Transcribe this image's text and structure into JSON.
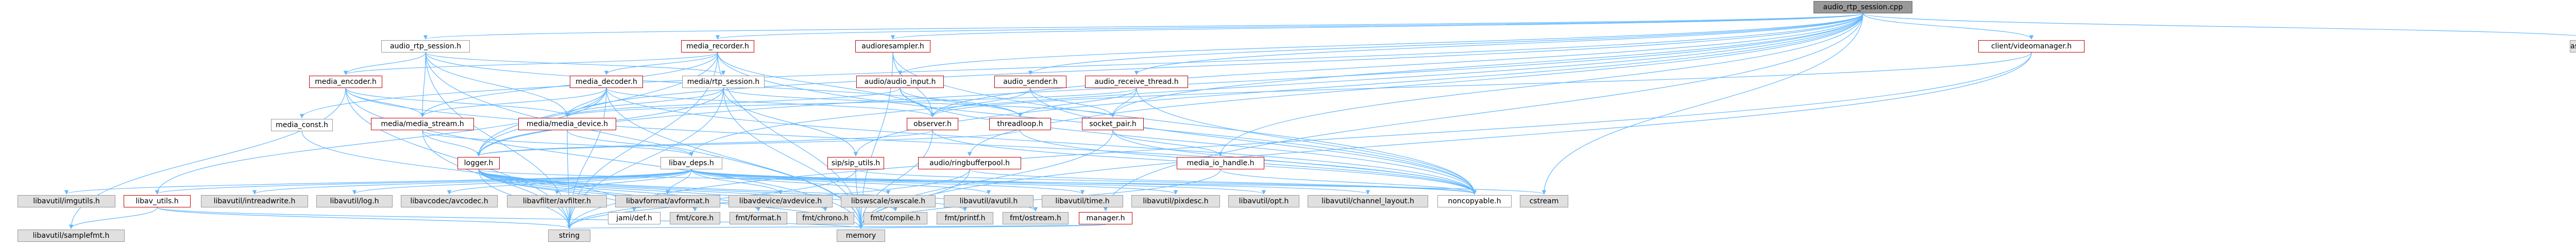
{
  "graph": {
    "kind": "include-dependency",
    "colors": {
      "edge": "#63b8ff",
      "edge_dark": "#404040",
      "border_gray": "#999999",
      "border_red": "#bf0000",
      "root_fill": "#999999",
      "external_fill": "#e0e0e0"
    },
    "nodes": [
      {
        "id": "root",
        "label": "audio_rtp_session.cpp",
        "style": "root"
      },
      {
        "id": "ars_h",
        "label": "audio_rtp_session.h",
        "style": "normal"
      },
      {
        "id": "media_recorder",
        "label": "media_recorder.h",
        "style": "red"
      },
      {
        "id": "audioresampler",
        "label": "audioresampler.h",
        "style": "red"
      },
      {
        "id": "client_vm",
        "label": "client/videomanager.h",
        "style": "red"
      },
      {
        "id": "asio_ctx",
        "label": "asio/io_context.hpp",
        "style": "external"
      },
      {
        "id": "media_encoder",
        "label": "media_encoder.h",
        "style": "red"
      },
      {
        "id": "media_decoder",
        "label": "media_decoder.h",
        "style": "red"
      },
      {
        "id": "mediartp",
        "label": "media/rtp_session.h",
        "style": "normal"
      },
      {
        "id": "audio_input",
        "label": "audio/audio_input.h",
        "style": "red"
      },
      {
        "id": "audio_sender",
        "label": "audio_sender.h",
        "style": "red"
      },
      {
        "id": "audio_rt",
        "label": "audio_receive_thread.h",
        "style": "red"
      },
      {
        "id": "media_const",
        "label": "media_const.h",
        "style": "normal"
      },
      {
        "id": "media_stream",
        "label": "media/media_stream.h",
        "style": "red"
      },
      {
        "id": "media_device",
        "label": "media/media_device.h",
        "style": "red"
      },
      {
        "id": "observer",
        "label": "observer.h",
        "style": "red"
      },
      {
        "id": "threadloop",
        "label": "threadloop.h",
        "style": "red"
      },
      {
        "id": "socket_pair",
        "label": "socket_pair.h",
        "style": "red"
      },
      {
        "id": "libav_deps",
        "label": "libav_deps.h",
        "style": "normal"
      },
      {
        "id": "logger",
        "label": "logger.h",
        "style": "red"
      },
      {
        "id": "sip_utils",
        "label": "sip/sip_utils.h",
        "style": "red"
      },
      {
        "id": "audioringbufferpool",
        "label": "audio/ringbufferpool.h",
        "style": "red"
      },
      {
        "id": "media_io",
        "label": "media_io_handle.h",
        "style": "red"
      },
      {
        "id": "imgutils",
        "label": "libavutil/imgutils.h",
        "style": "external"
      },
      {
        "id": "libav_utils",
        "label": "libav_utils.h",
        "style": "red"
      },
      {
        "id": "intreadwrite",
        "label": "libavutil/intreadwrite.h",
        "style": "external"
      },
      {
        "id": "log_h",
        "label": "libavutil/log.h",
        "style": "external"
      },
      {
        "id": "avcodec",
        "label": "libavcodec/avcodec.h",
        "style": "external"
      },
      {
        "id": "avfilter",
        "label": "libavfilter/avfilter.h",
        "style": "external"
      },
      {
        "id": "avformat",
        "label": "libavformat/avformat.h",
        "style": "external"
      },
      {
        "id": "avdevice",
        "label": "libavdevice/avdevice.h",
        "style": "external"
      },
      {
        "id": "swscale",
        "label": "libswscale/swscale.h",
        "style": "external"
      },
      {
        "id": "avutil",
        "label": "libavutil/avutil.h",
        "style": "external"
      },
      {
        "id": "time_h",
        "label": "libavutil/time.h",
        "style": "external"
      },
      {
        "id": "pixdesc",
        "label": "libavutil/pixdesc.h",
        "style": "external"
      },
      {
        "id": "opt_h",
        "label": "libavutil/opt.h",
        "style": "external"
      },
      {
        "id": "chlayout",
        "label": "libavutil/channel_layout.h",
        "style": "external"
      },
      {
        "id": "jami_def",
        "label": "jami/def.h",
        "style": "normal"
      },
      {
        "id": "fmt_core",
        "label": "fmt/core.h",
        "style": "external"
      },
      {
        "id": "fmt_format",
        "label": "fmt/format.h",
        "style": "external"
      },
      {
        "id": "fmt_chrono",
        "label": "fmt/chrono.h",
        "style": "external"
      },
      {
        "id": "fmt_compile",
        "label": "fmt/compile.h",
        "style": "external"
      },
      {
        "id": "fmt_printf",
        "label": "fmt/printf.h",
        "style": "external"
      },
      {
        "id": "fmt_ostream",
        "label": "fmt/ostream.h",
        "style": "external"
      },
      {
        "id": "noncopyable",
        "label": "noncopyable.h",
        "style": "normal"
      },
      {
        "id": "cstream",
        "label": "cstream",
        "style": "external"
      },
      {
        "id": "manager",
        "label": "manager.h",
        "style": "red"
      },
      {
        "id": "samplefmt",
        "label": "libavutil/samplefmt.h",
        "style": "external"
      },
      {
        "id": "string",
        "label": "string",
        "style": "external"
      },
      {
        "id": "memory",
        "label": "memory",
        "style": "external"
      }
    ],
    "edges": [
      [
        "root",
        "ars_h"
      ],
      [
        "root",
        "media_recorder"
      ],
      [
        "root",
        "audioresampler"
      ],
      [
        "root",
        "client_vm"
      ],
      [
        "root",
        "asio_ctx"
      ],
      [
        "root",
        "libav_deps"
      ],
      [
        "root",
        "media_const"
      ],
      [
        "root",
        "logger"
      ],
      [
        "root",
        "sip_utils"
      ],
      [
        "root",
        "audioringbufferpool"
      ],
      [
        "root",
        "audio_input"
      ],
      [
        "root",
        "audio_sender"
      ],
      [
        "root",
        "audio_rt"
      ],
      [
        "root",
        "media_io"
      ],
      [
        "root",
        "socket_pair"
      ],
      [
        "root",
        "manager"
      ],
      [
        "root",
        "cstream"
      ],
      [
        "root",
        "media_device"
      ],
      [
        "root",
        "observer"
      ],
      [
        "ars_h",
        "media_encoder"
      ],
      [
        "ars_h",
        "mediartp"
      ],
      [
        "ars_h",
        "threadloop"
      ],
      [
        "ars_h",
        "media_device"
      ],
      [
        "ars_h",
        "string"
      ],
      [
        "ars_h",
        "memory"
      ],
      [
        "ars_h",
        "media_stream"
      ],
      [
        "media_recorder",
        "media_encoder"
      ],
      [
        "media_recorder",
        "media_decoder"
      ],
      [
        "media_recorder",
        "media_stream"
      ],
      [
        "media_recorder",
        "observer"
      ],
      [
        "media_recorder",
        "noncopyable"
      ],
      [
        "media_recorder",
        "memory"
      ],
      [
        "media_recorder",
        "string"
      ],
      [
        "media_recorder",
        "logger"
      ],
      [
        "audioresampler",
        "observer"
      ],
      [
        "audioresampler",
        "noncopyable"
      ],
      [
        "audioresampler",
        "memory"
      ],
      [
        "client_vm",
        "observer"
      ],
      [
        "client_vm",
        "memory"
      ],
      [
        "client_vm",
        "string"
      ],
      [
        "media_encoder",
        "media_stream"
      ],
      [
        "media_encoder",
        "media_device"
      ],
      [
        "media_encoder",
        "noncopyable"
      ],
      [
        "media_encoder",
        "string"
      ],
      [
        "media_encoder",
        "memory"
      ],
      [
        "media_encoder",
        "samplefmt"
      ],
      [
        "media_decoder",
        "media_stream"
      ],
      [
        "media_decoder",
        "media_device"
      ],
      [
        "media_decoder",
        "observer"
      ],
      [
        "media_decoder",
        "noncopyable"
      ],
      [
        "media_decoder",
        "logger"
      ],
      [
        "media_decoder",
        "string"
      ],
      [
        "media_decoder",
        "memory"
      ],
      [
        "media_decoder",
        "libav_utils"
      ],
      [
        "mediartp",
        "socket_pair"
      ],
      [
        "mediartp",
        "sip_utils"
      ],
      [
        "mediartp",
        "logger"
      ],
      [
        "mediartp",
        "string"
      ],
      [
        "mediartp",
        "memory"
      ],
      [
        "mediartp",
        "media_device"
      ],
      [
        "audio_input",
        "observer"
      ],
      [
        "audio_input",
        "threadloop"
      ],
      [
        "audio_input",
        "media_device"
      ],
      [
        "audio_input",
        "noncopyable"
      ],
      [
        "audio_sender",
        "socket_pair"
      ],
      [
        "audio_sender",
        "noncopyable"
      ],
      [
        "audio_sender",
        "observer"
      ],
      [
        "audio_rt",
        "socket_pair"
      ],
      [
        "audio_rt",
        "noncopyable"
      ],
      [
        "audio_rt",
        "threadloop"
      ],
      [
        "audio_rt",
        "media_device"
      ],
      [
        "media_const",
        "jami_def"
      ],
      [
        "media_stream",
        "libav_deps"
      ],
      [
        "media_stream",
        "logger"
      ],
      [
        "media_stream",
        "string"
      ],
      [
        "media_device",
        "libav_deps"
      ],
      [
        "media_device",
        "string"
      ],
      [
        "observer",
        "noncopyable"
      ],
      [
        "observer",
        "memory"
      ],
      [
        "observer",
        "logger"
      ],
      [
        "threadloop",
        "noncopyable"
      ],
      [
        "threadloop",
        "logger"
      ],
      [
        "socket_pair",
        "media_io"
      ],
      [
        "socket_pair",
        "noncopyable"
      ],
      [
        "socket_pair",
        "memory"
      ],
      [
        "libav_deps",
        "imgutils"
      ],
      [
        "libav_deps",
        "libav_utils"
      ],
      [
        "libav_deps",
        "intreadwrite"
      ],
      [
        "libav_deps",
        "log_h"
      ],
      [
        "libav_deps",
        "avcodec"
      ],
      [
        "libav_deps",
        "avfilter"
      ],
      [
        "libav_deps",
        "avformat"
      ],
      [
        "libav_deps",
        "avdevice"
      ],
      [
        "libav_deps",
        "swscale"
      ],
      [
        "libav_deps",
        "avutil"
      ],
      [
        "libav_deps",
        "time_h"
      ],
      [
        "libav_deps",
        "pixdesc"
      ],
      [
        "libav_deps",
        "opt_h"
      ],
      [
        "libav_deps",
        "chlayout"
      ],
      [
        "libav_utils",
        "samplefmt"
      ],
      [
        "libav_utils",
        "string"
      ],
      [
        "libav_utils",
        "memory"
      ],
      [
        "logger",
        "jami_def"
      ],
      [
        "logger",
        "fmt_core"
      ],
      [
        "logger",
        "fmt_format"
      ],
      [
        "logger",
        "fmt_chrono"
      ],
      [
        "logger",
        "fmt_compile"
      ],
      [
        "logger",
        "fmt_printf"
      ],
      [
        "logger",
        "fmt_ostream"
      ],
      [
        "logger",
        "cstream"
      ],
      [
        "logger",
        "string"
      ],
      [
        "logger",
        "memory"
      ],
      [
        "sip_utils",
        "string"
      ],
      [
        "sip_utils",
        "memory"
      ],
      [
        "sip_utils",
        "noncopyable"
      ],
      [
        "audioringbufferpool",
        "noncopyable"
      ],
      [
        "audioringbufferpool",
        "memory"
      ],
      [
        "audioringbufferpool",
        "string"
      ],
      [
        "media_io",
        "noncopyable"
      ],
      [
        "media_io",
        "memory"
      ],
      [
        "manager",
        "string"
      ],
      [
        "manager",
        "memory"
      ]
    ]
  }
}
